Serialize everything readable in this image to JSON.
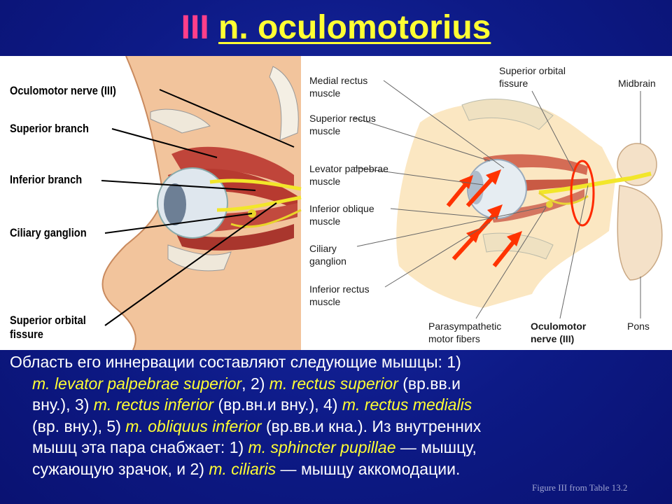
{
  "title": {
    "roman": "III",
    "nerve": "n. oculomotorius"
  },
  "left_labels": {
    "oculomotor_nerve": "Oculomotor nerve (III)",
    "superior_branch": "Superior branch",
    "inferior_branch": "Inferior branch",
    "ciliary_ganglion": "Ciliary ganglion",
    "superior_orbital_fissure": "Superior orbital fissure"
  },
  "right_labels": {
    "medial_rectus": "Medial rectus muscle",
    "superior_rectus": "Superior rectus muscle",
    "levator": "Levator palpebrae muscle",
    "inferior_oblique": "Inferior oblique muscle",
    "ciliary_ganglion": "Ciliary ganglion",
    "inferior_rectus": "Inferior rectus muscle",
    "superior_orbital_fissure": "Superior orbital fissure",
    "midbrain": "Midbrain",
    "parasympathetic": "Parasympathetic motor fibers",
    "oculomotor_nerve": "Oculomotor nerve (III)",
    "pons": "Pons"
  },
  "body": {
    "l1": "Область его иннервации составляют следующие мышцы: 1)",
    "l2_lat1": "m. levator palpebrae superior",
    "l2_mid": ", 2) ",
    "l2_lat2": "m. rectus superior",
    "l2_end": " (вр.вв.и",
    "l3_a": "вну.), 3) ",
    "l3_lat1": "m. rectus inferior",
    "l3_mid": " (вр.вн.и вну.), 4) ",
    "l3_lat2": "m. rectus medialis",
    "l4_a": "(вр. вну.), 5) ",
    "l4_lat": "m. obliquus inferior",
    "l4_end": " (вр.вв.и кна.). Из внутренних",
    "l5_a": "мышц эта пара снабжает: 1) ",
    "l5_lat": "m. sphincter pupillae",
    "l5_end": " — мышцу,",
    "l6_a": "сужающую зрачок, и 2) ",
    "l6_lat": "m. ciliaris",
    "l6_end": " — мышцу аккомодации."
  },
  "credit": "Figure III from Table 13.2",
  "colors": {
    "background": "#0d1a86",
    "title_roman": "#ff3f8a",
    "title_nerve": "#ffff33",
    "latin_terms": "#ffff33",
    "arrows": "#ff3300",
    "highlight_ellipse": "#ff2a00",
    "nerve": "#f2e62a"
  }
}
